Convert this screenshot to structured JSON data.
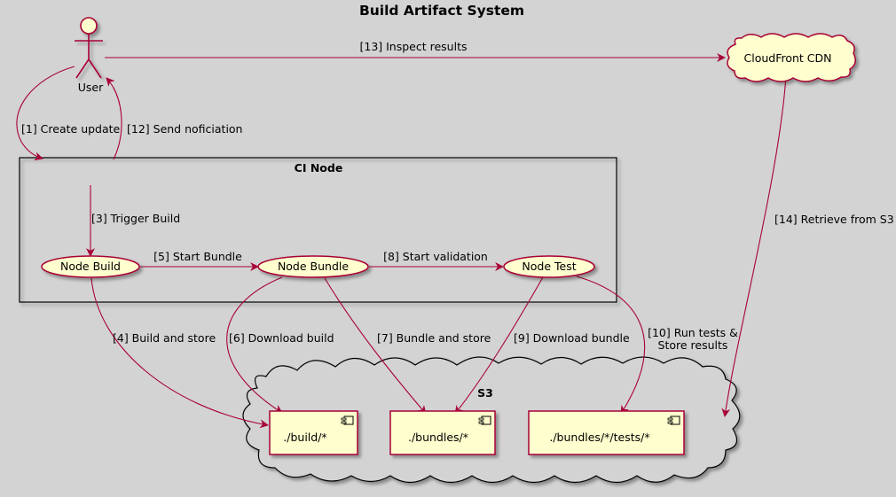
{
  "title": "Build Artifact System",
  "actor": {
    "label": "User"
  },
  "cdn": {
    "label": "CloudFront CDN"
  },
  "ci_node": {
    "label": "CI Node",
    "usecases": {
      "build": "Node Build",
      "bundle": "Node Bundle",
      "test": "Node Test"
    }
  },
  "s3": {
    "label": "S3",
    "components": {
      "build": "./build/*",
      "bundles": "./bundles/*",
      "tests": "./bundles/*/tests/*"
    }
  },
  "edges": {
    "e1": "[1] Create update",
    "e3": "[3] Trigger Build",
    "e4": "[4] Build and store",
    "e5": "[5] Start Bundle",
    "e6": "[6] Download build",
    "e7": "[7] Bundle and store",
    "e8": "[8] Start validation",
    "e9": "[9] Download bundle",
    "e10_line1": "[10] Run tests &",
    "e10_line2": "Store results",
    "e12": "[12] Send noficiation",
    "e13": "[13] Inspect results",
    "e14": "[14] Retrieve from S3"
  },
  "colors": {
    "background": "#d3d3d3",
    "node_fill": "#fefece",
    "line": "#a80036"
  }
}
